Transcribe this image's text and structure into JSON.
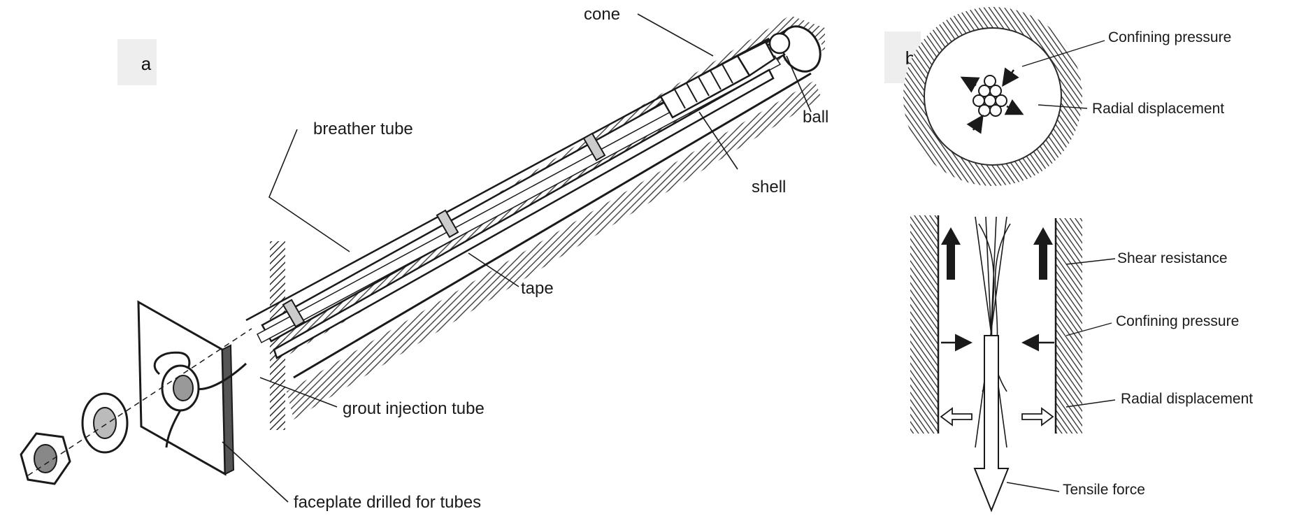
{
  "panel_a": {
    "tag": "a",
    "labels": {
      "cone": "cone",
      "ball": "ball",
      "breather_tube": "breather tube",
      "shell": "shell",
      "tape": "tape",
      "grout_injection_tube": "grout injection tube",
      "faceplate": "faceplate drilled for tubes"
    }
  },
  "panel_b": {
    "tag": "b",
    "labels": {
      "confining_pressure_top": "Confining pressure",
      "radial_displacement_top": "Radial displacement",
      "shear_resistance": "Shear resistance",
      "confining_pressure_side": "Confining pressure",
      "radial_displacement_side": "Radial displacement",
      "tensile_force": "Tensile force"
    }
  },
  "colors": {
    "ink": "#1a1a1a",
    "tag_background": "#eeeeee",
    "rock_hatch": "#2a2a2a"
  }
}
